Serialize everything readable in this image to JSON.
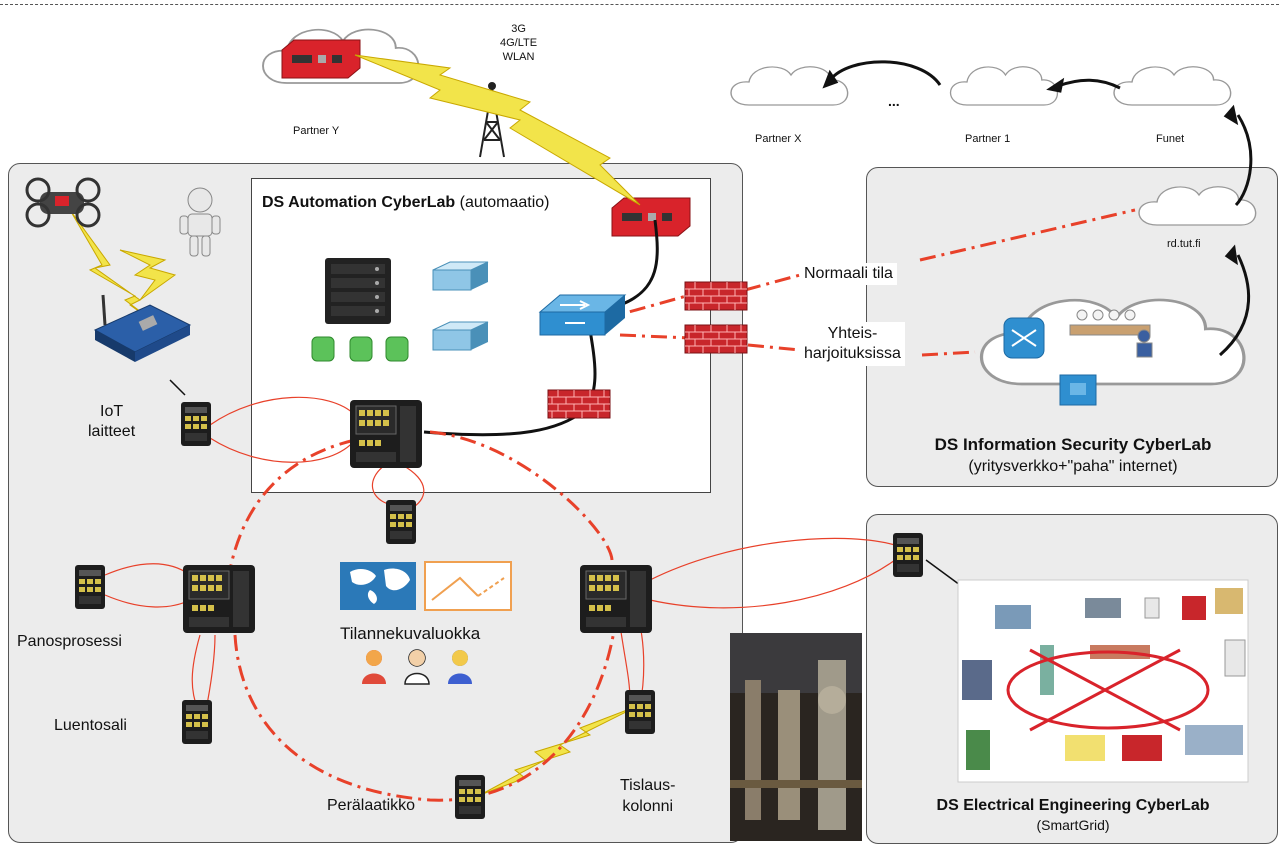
{
  "network": {
    "wireless": {
      "line1": "3G",
      "line2": "4G/LTE",
      "line3": "WLAN"
    },
    "partners": {
      "partner_y": "Partner Y",
      "partner_x": "Partner X",
      "ellipsis": "...",
      "partner_1": "Partner 1",
      "funet": "Funet"
    },
    "rd_host": "rd.tut.fi",
    "normal_mode": "Normaali tila",
    "joint_exercise_line1": "Yhteis-",
    "joint_exercise_line2": "harjoituksissa"
  },
  "automation_lab": {
    "title": "DS Automation CyberLab",
    "subtitle": "(automaatio)"
  },
  "left_area": {
    "iot_line1": "IoT",
    "iot_line2": "laitteet",
    "batch_process": "Panosprosessi",
    "lecture_hall": "Luentosali",
    "situation_room": "Tilannekuvaluokka",
    "tail_box": "Perälaatikko",
    "distillation_line1": "Tislaus-",
    "distillation_line2": "kolonni"
  },
  "infosec_lab": {
    "title": "DS Information Security CyberLab",
    "subtitle": "(yritysverkko+\"paha\" internet)"
  },
  "electrical_lab": {
    "title": "DS Electrical Engineering CyberLab",
    "subtitle": "(SmartGrid)"
  },
  "colors": {
    "firewall": "#c8262b",
    "link_red": "#e8412a",
    "switch_blue": "#2f8fd0",
    "device_red": "#d9232b",
    "panel_bg": "#ececec"
  },
  "icons": [
    "cloud-icon",
    "router-icon",
    "cell-tower-icon",
    "lightning-icon",
    "drone-icon",
    "robot-icon",
    "iot-board-icon",
    "industrial-switch-icon",
    "server-rack-icon",
    "storage-icon",
    "firewall-icon",
    "ethernet-switch-icon",
    "people-icon",
    "world-map-icon",
    "chart-icon",
    "photo-plant-icon",
    "smartgrid-collage-icon"
  ]
}
